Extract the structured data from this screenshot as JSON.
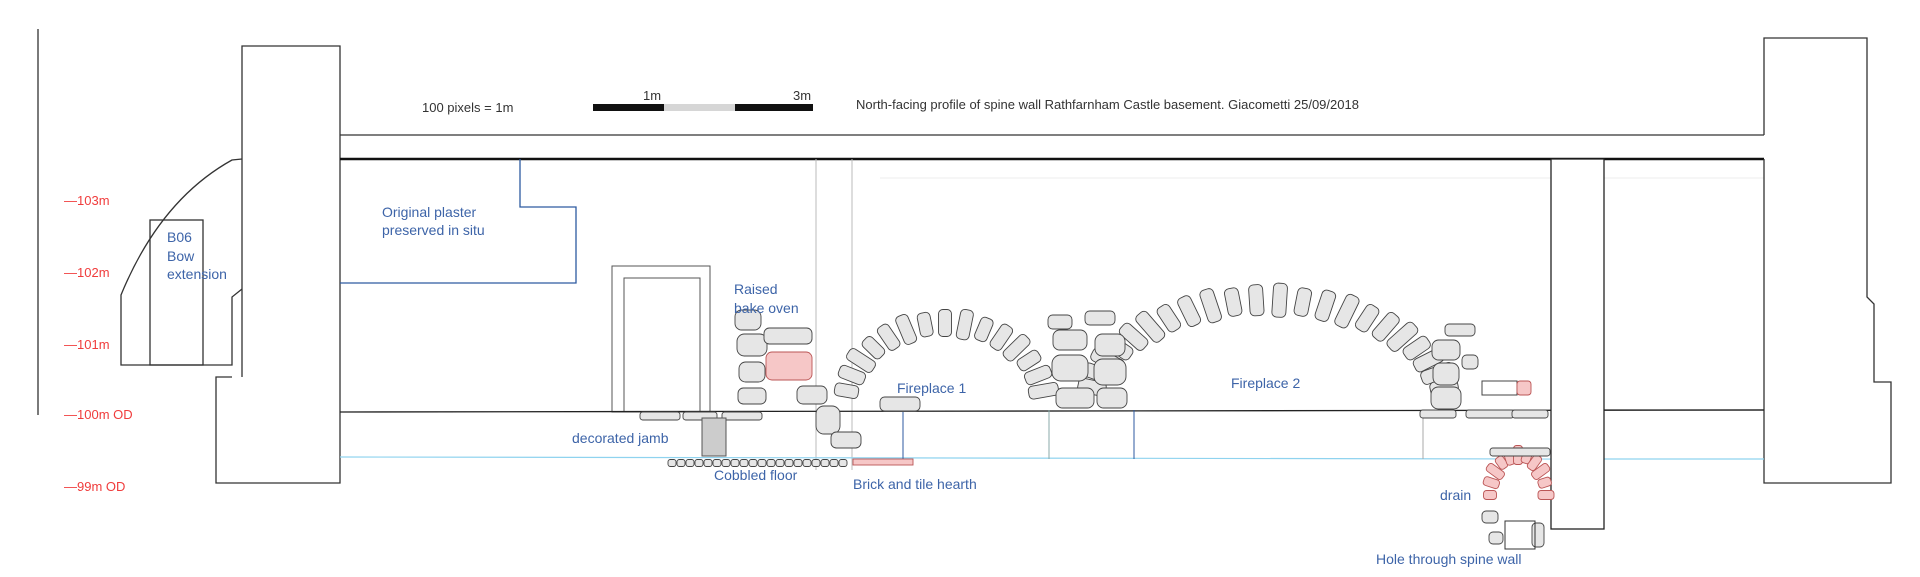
{
  "header": {
    "scale_note": "100 pixels = 1m",
    "scale_ticks": [
      "1m",
      "3m"
    ],
    "title": "North-facing profile of spine wall Rathfarnham Castle basement. Giacometti 25/09/2018"
  },
  "elevations": [
    "—103m",
    "—102m",
    "—101m",
    "—100m OD",
    "—99m OD"
  ],
  "labels": {
    "plaster_1": "Original plaster",
    "plaster_2": "preserved in situ",
    "b06_1": "B06",
    "b06_2": "Bow",
    "b06_3": "extension",
    "oven_1": "Raised",
    "oven_2": "bake oven",
    "fireplace1": "Fireplace 1",
    "fireplace2": "Fireplace 2",
    "jamb": "decorated jamb",
    "cobbled": "Cobbled floor",
    "hearth": "Brick and tile hearth",
    "drain": "drain",
    "hole": "Hole through spine wall"
  },
  "colors": {
    "label": "#3d64a8",
    "elevation": "#f03c3c",
    "stone": "#e6e6e6",
    "brick": "#f6c7c7",
    "datum": "#8fd3ef"
  }
}
